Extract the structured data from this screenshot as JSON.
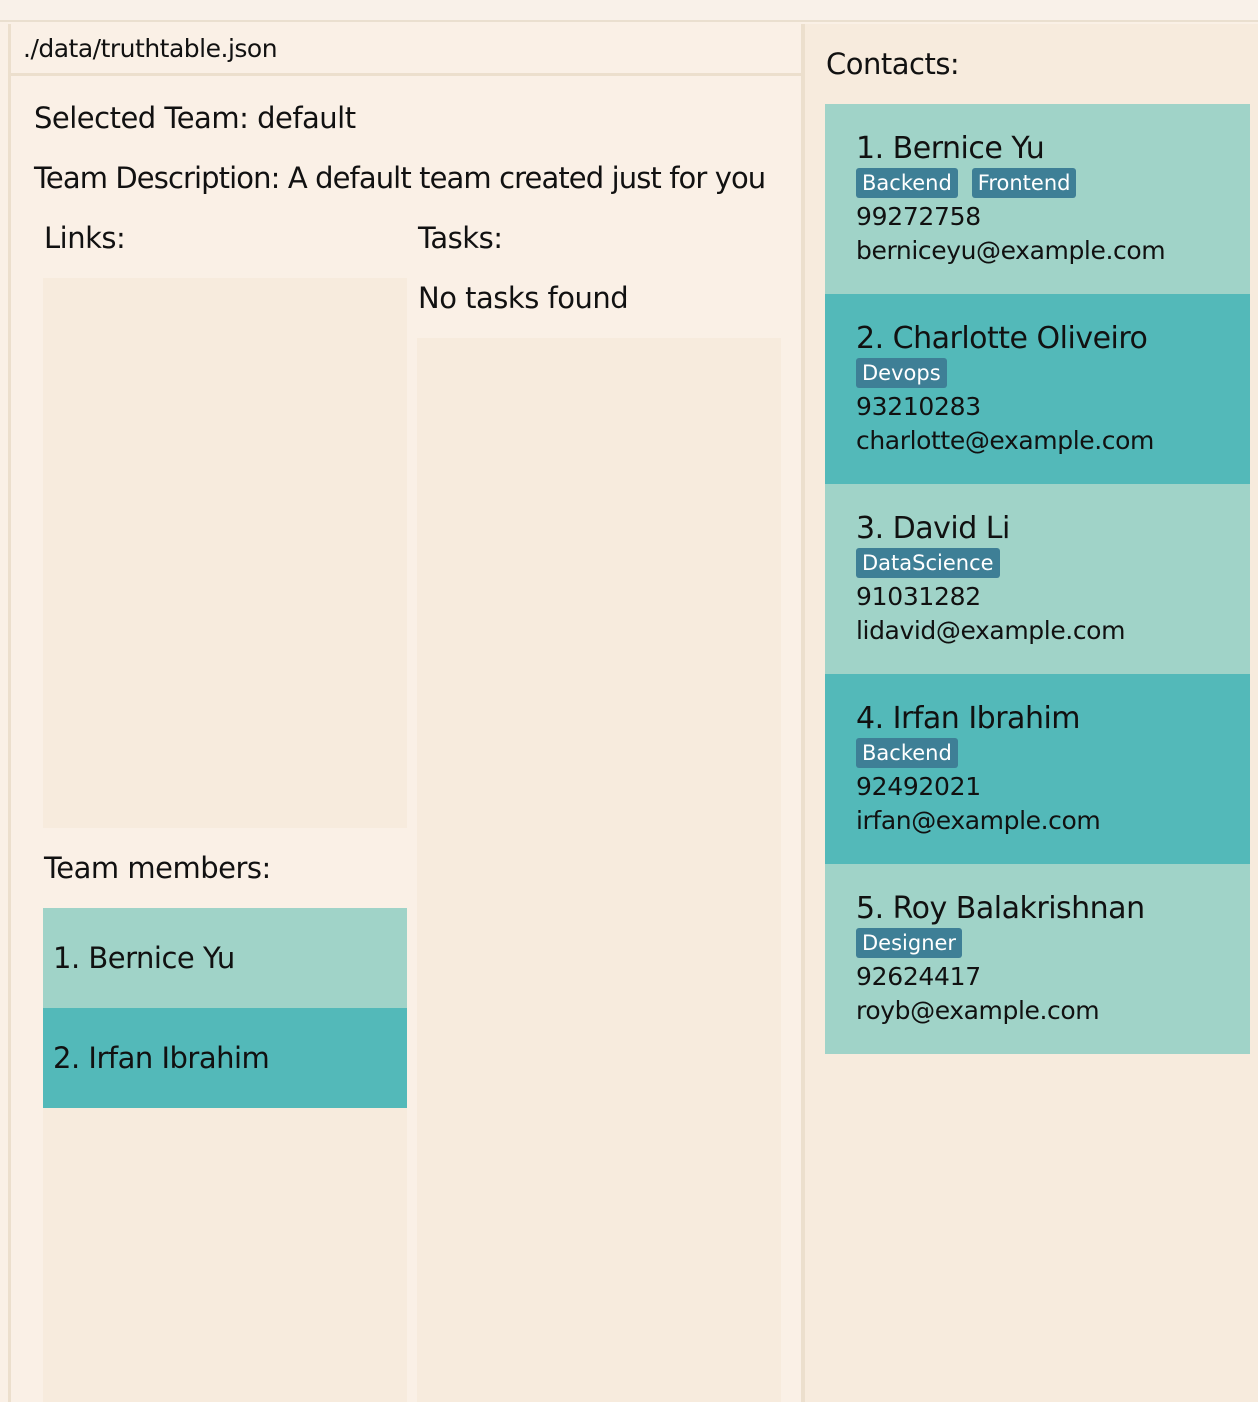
{
  "file_path": "./data/truthtable.json",
  "team": {
    "selected_label": "Selected Team: default",
    "description_label": "Team Description: A default team created just for you"
  },
  "links": {
    "label": "Links:"
  },
  "tasks": {
    "label": "Tasks:",
    "empty_text": "No tasks found"
  },
  "members": {
    "label": "Team members:",
    "items": [
      {
        "label": "1. Bernice Yu"
      },
      {
        "label": "2. Irfan Ibrahim"
      }
    ]
  },
  "contacts": {
    "label": "Contacts:",
    "items": [
      {
        "name": "1. Bernice Yu",
        "tags": [
          "Backend",
          "Frontend"
        ],
        "phone": "99272758",
        "email": "berniceyu@example.com"
      },
      {
        "name": "2. Charlotte Oliveiro",
        "tags": [
          "Devops"
        ],
        "phone": "93210283",
        "email": "charlotte@example.com"
      },
      {
        "name": "3. David Li",
        "tags": [
          "DataScience"
        ],
        "phone": "91031282",
        "email": "lidavid@example.com"
      },
      {
        "name": "4. Irfan Ibrahim",
        "tags": [
          "Backend"
        ],
        "phone": "92492021",
        "email": "irfan@example.com"
      },
      {
        "name": "5. Roy Balakrishnan",
        "tags": [
          "Designer"
        ],
        "phone": "92624417",
        "email": "royb@example.com"
      }
    ]
  },
  "colors": {
    "background": "#faf0e6",
    "card_light": "#a0d3c8",
    "card_dark": "#53b9b9",
    "tag": "#3e7f96"
  }
}
